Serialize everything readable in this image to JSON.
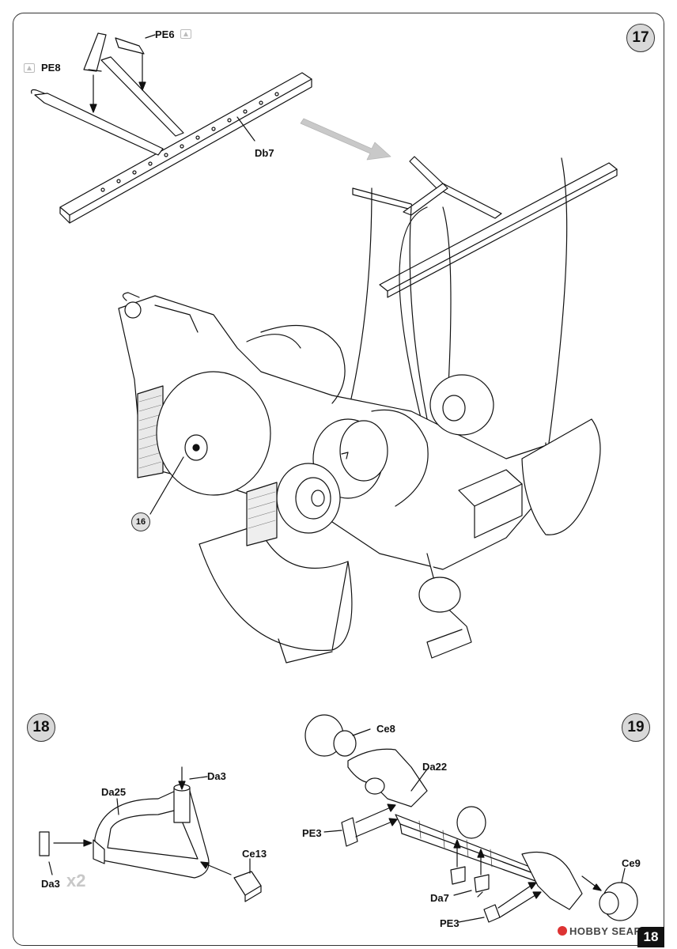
{
  "steps": {
    "s17": "17",
    "s18": "18",
    "s19": "19"
  },
  "parts": {
    "pe6": "PE6",
    "pe8": "PE8",
    "db7": "Db7",
    "ref16": "16",
    "da3_top": "Da3",
    "da25": "Da25",
    "ce13": "Ce13",
    "da3_left": "Da3",
    "qty_x2": "x2",
    "ce8": "Ce8",
    "da22": "Da22",
    "pe3_upper": "PE3",
    "da7": "Da7",
    "pe3_lower": "PE3",
    "ce9": "Ce9"
  },
  "footer": {
    "watermark": "HOBBY SEARCH",
    "page_number": "18"
  },
  "colors": {
    "badge_fill": "#d8d8d8",
    "line": "#111111",
    "grey_arrow": "#c9c9c9",
    "watermark_red": "#dd3333"
  }
}
